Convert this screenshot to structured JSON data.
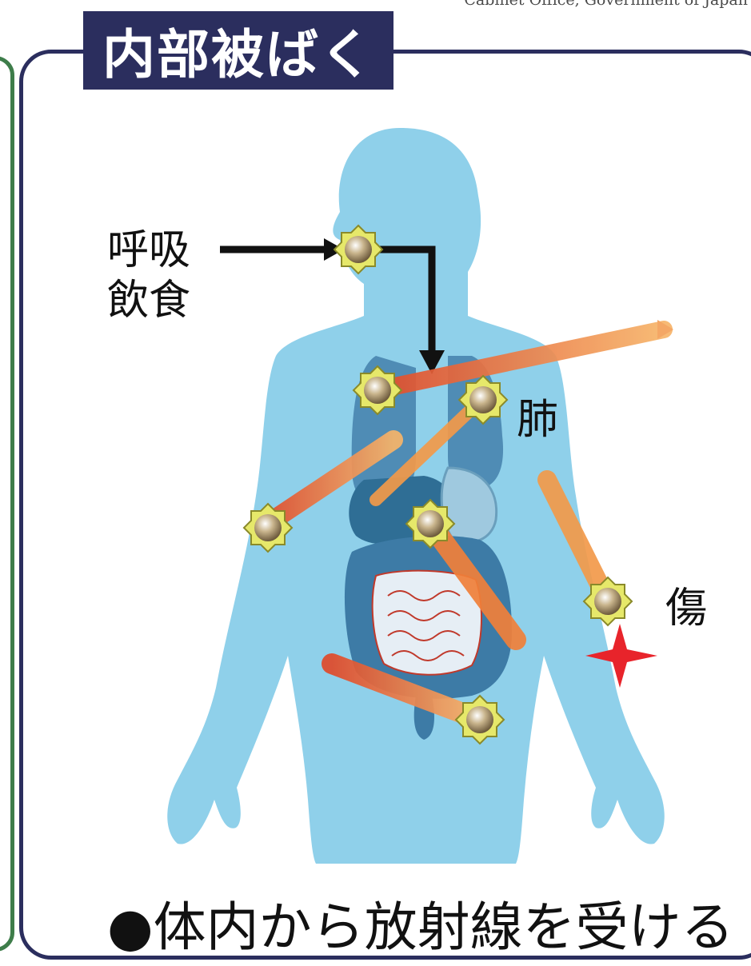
{
  "credit": "Cabinet Office, Government of Japan",
  "title": "内部被ばく",
  "labels": {
    "intake_line1": "呼吸",
    "intake_line2": "飲食",
    "lungs": "肺",
    "wound": "傷"
  },
  "caption": "●体内から放射線を受ける",
  "colors": {
    "title_bg": "#2b2e5e",
    "frame_border": "#2b2e5e",
    "left_frame_border": "#3e7d4a",
    "body_fill": "#7ec8e3",
    "organ_fill": "#3f7fa3",
    "ray_color": "#f08a3c",
    "source_fill": "#e6e86a",
    "wound_mark": "#e8242b"
  },
  "icons": [
    "radiation-source-icon",
    "wound-star-icon",
    "arrow-icon"
  ]
}
